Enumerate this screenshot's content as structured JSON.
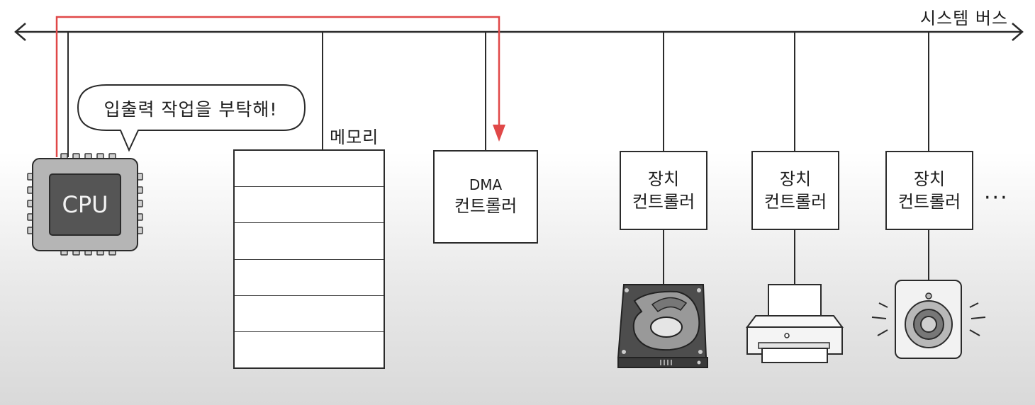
{
  "bus": {
    "label": "시스템 버스"
  },
  "cpu": {
    "label": "CPU"
  },
  "speech_bubble": {
    "text": "입출력 작업을 부탁해!"
  },
  "memory": {
    "label": "메모리",
    "cells": 6
  },
  "dma": {
    "line1": "DMA",
    "line2": "컨트롤러"
  },
  "device_controllers": [
    {
      "line1": "장치",
      "line2": "컨트롤러",
      "device": "hard-disk-icon"
    },
    {
      "line1": "장치",
      "line2": "컨트롤러",
      "device": "printer-icon"
    },
    {
      "line1": "장치",
      "line2": "컨트롤러",
      "device": "speaker-icon"
    }
  ],
  "ellipsis": "···",
  "colors": {
    "arrow": "#e04848",
    "line": "#2b2b2b",
    "chip": "#555555",
    "chip_frame": "#b5b5b5"
  }
}
